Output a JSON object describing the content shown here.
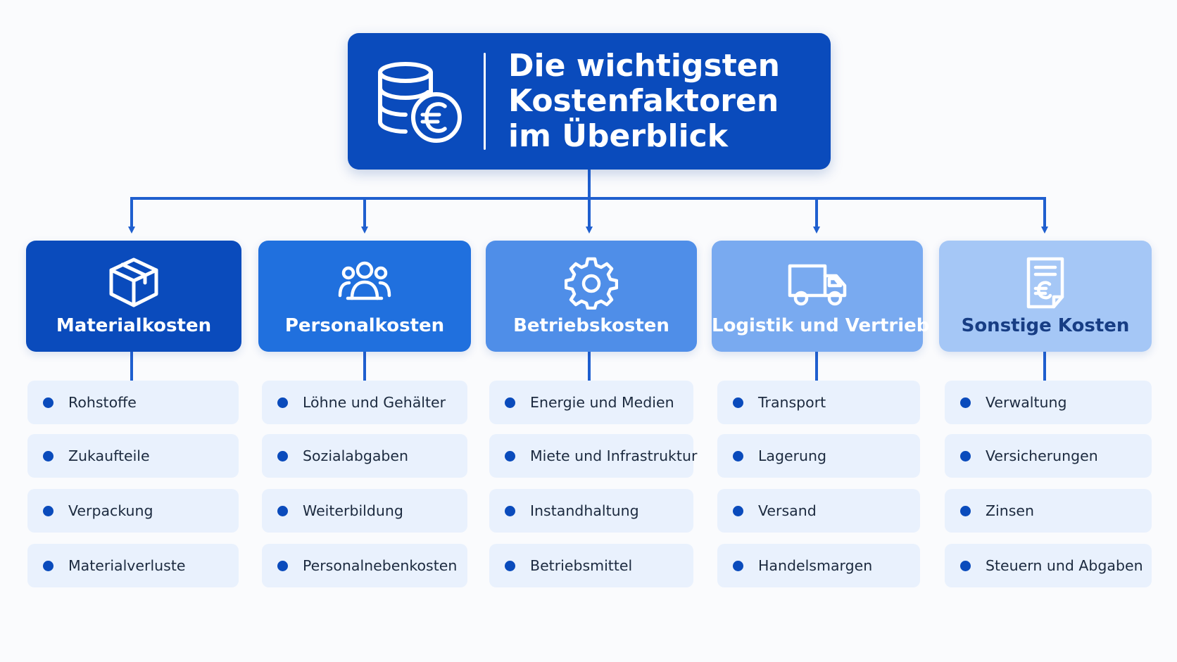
{
  "colors": {
    "header_bg": "#0a4bbc",
    "connector": "#1f5fcf",
    "item_bg": "#e9f1fd",
    "bullet": "#0a4bbc"
  },
  "header": {
    "title_lines": [
      "Die wichtigsten",
      "Kostenfaktoren",
      "im Überblick"
    ],
    "icon": "coins-euro-icon"
  },
  "categories": [
    {
      "label": "Materialkosten",
      "icon": "box-icon",
      "bg": "#0a4bbc",
      "text_color": "#ffffff",
      "icon_color": "#ffffff",
      "items": [
        "Rohstoffe",
        "Zukaufteile",
        "Verpackung",
        "Materialverluste"
      ]
    },
    {
      "label": "Personalkosten",
      "icon": "people-icon",
      "bg": "#2070de",
      "text_color": "#ffffff",
      "icon_color": "#ffffff",
      "items": [
        "Löhne und Gehälter",
        "Sozialabgaben",
        "Weiterbildung",
        "Personalnebenkosten"
      ]
    },
    {
      "label": "Betriebskosten",
      "icon": "gear-icon",
      "bg": "#4f8ee8",
      "text_color": "#ffffff",
      "icon_color": "#ffffff",
      "items": [
        "Energie und Medien",
        "Miete und Infrastruktur",
        "Instandhaltung",
        "Betriebsmittel"
      ]
    },
    {
      "label": "Logistik und Vertrieb",
      "icon": "truck-icon",
      "bg": "#79aaf0",
      "text_color": "#ffffff",
      "icon_color": "#ffffff",
      "items": [
        "Transport",
        "Lagerung",
        "Versand",
        "Handelsmargen"
      ]
    },
    {
      "label": "Sonstige Kosten",
      "icon": "invoice-euro-icon",
      "bg": "#a5c7f6",
      "text_color": "#173d84",
      "icon_color": "#ffffff",
      "items": [
        "Verwaltung",
        "Versicherungen",
        "Zinsen",
        "Steuern und Abgaben"
      ]
    }
  ]
}
